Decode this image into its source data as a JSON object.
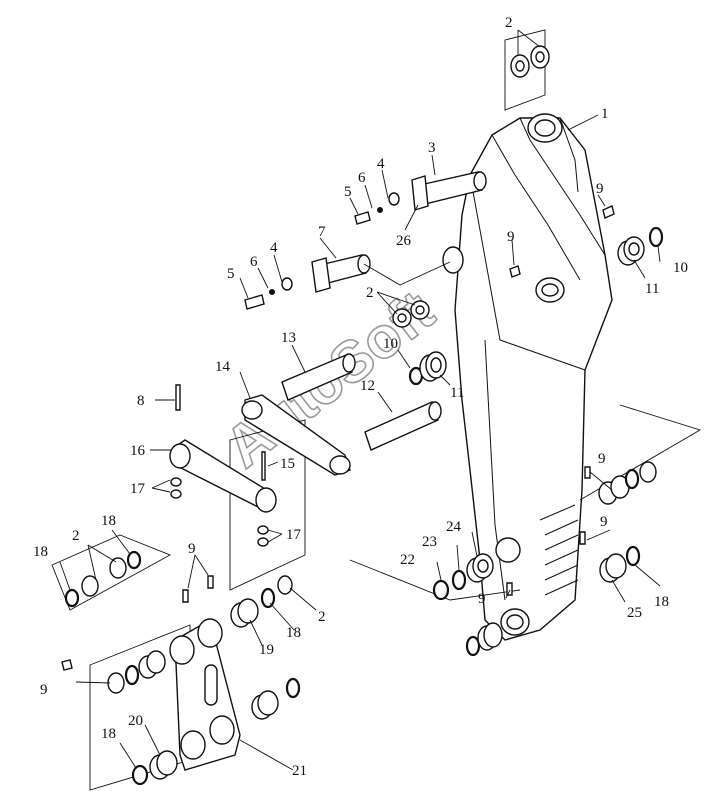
{
  "labels": {
    "p1": "1",
    "p2a": "2",
    "p2b": "2",
    "p2c": "2",
    "p2d": "2",
    "p3": "3",
    "p4a": "4",
    "p4b": "4",
    "p5a": "5",
    "p5b": "5",
    "p6a": "6",
    "p6b": "6",
    "p7": "7",
    "p8": "8",
    "p9a": "9",
    "p9b": "9",
    "p9c": "9",
    "p9d": "9",
    "p9e": "9",
    "p9f": "9",
    "p9g": "9",
    "p10a": "10",
    "p10b": "10",
    "p11a": "11",
    "p11b": "11",
    "p12": "12",
    "p13": "13",
    "p14": "14",
    "p15": "15",
    "p16": "16",
    "p17a": "17",
    "p17b": "17",
    "p18a": "18",
    "p18b": "18",
    "p18c": "18",
    "p18d": "18",
    "p18e": "18",
    "p19": "19",
    "p20": "20",
    "p21": "21",
    "p22": "22",
    "p23": "23",
    "p24": "24",
    "p25": "25",
    "p26": "26"
  },
  "watermark": "AutoSoft"
}
